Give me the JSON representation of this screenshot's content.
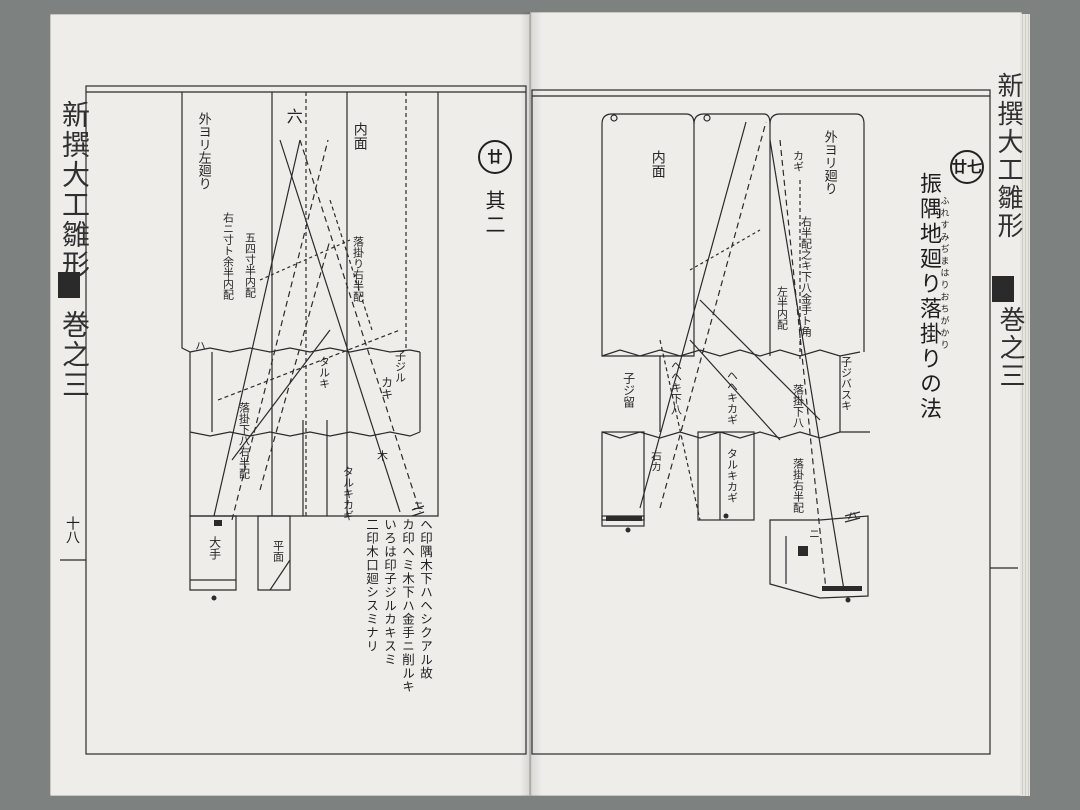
{
  "left_page": {
    "margin_title": "新撰大工雛形",
    "margin_volume": "巻之三",
    "folio": "十八",
    "section_number": "廿",
    "section_heading": "其二",
    "labels": {
      "label_a": "内面",
      "label_b": "六",
      "label_c": "外ヨリ左廻り",
      "label_d": "落掛り右半配",
      "label_e": "右ニ寸ト余半内配",
      "label_f": "五四寸半内配",
      "label_g": "タルキ",
      "label_h": "カキ",
      "label_i": "落掛下八右半配",
      "label_j": "子ジル",
      "label_k": "タルキカギ",
      "label_l": "大手",
      "label_m": "平面",
      "label_n": "木",
      "label_o": "ハ",
      "label_p": "ニ"
    },
    "notes": [
      "ヘ印隅木下ハヘシクアル故",
      "カ印ヘミ木下ハ金手ニ削ルキ",
      "いろは印子ジルカキスミ",
      "二印木口廻シスミナリ"
    ]
  },
  "right_page": {
    "margin_title": "新撰大工雛形",
    "margin_volume": "巻之三",
    "section_number": "廿七",
    "section_heading": "振隅地廻り落掛りの法",
    "furigana": "ふれすみぢまはりおちがかり",
    "labels": {
      "label_a": "内面",
      "label_b": "外ヨリ廻り",
      "label_c": "カギ",
      "label_d": "右半配之キ下八金手ト角",
      "label_e": "左半内配",
      "label_f": "子ジ留",
      "label_g": "ヘヘキ下八",
      "label_h": "ヘヘキカギ",
      "label_i": "落掛下八",
      "label_j": "子ジバスキ",
      "label_k": "タルキカギ",
      "label_l": "右カ",
      "label_m": "落掛右半配",
      "label_n": "ハ",
      "label_o": "ニ"
    }
  }
}
